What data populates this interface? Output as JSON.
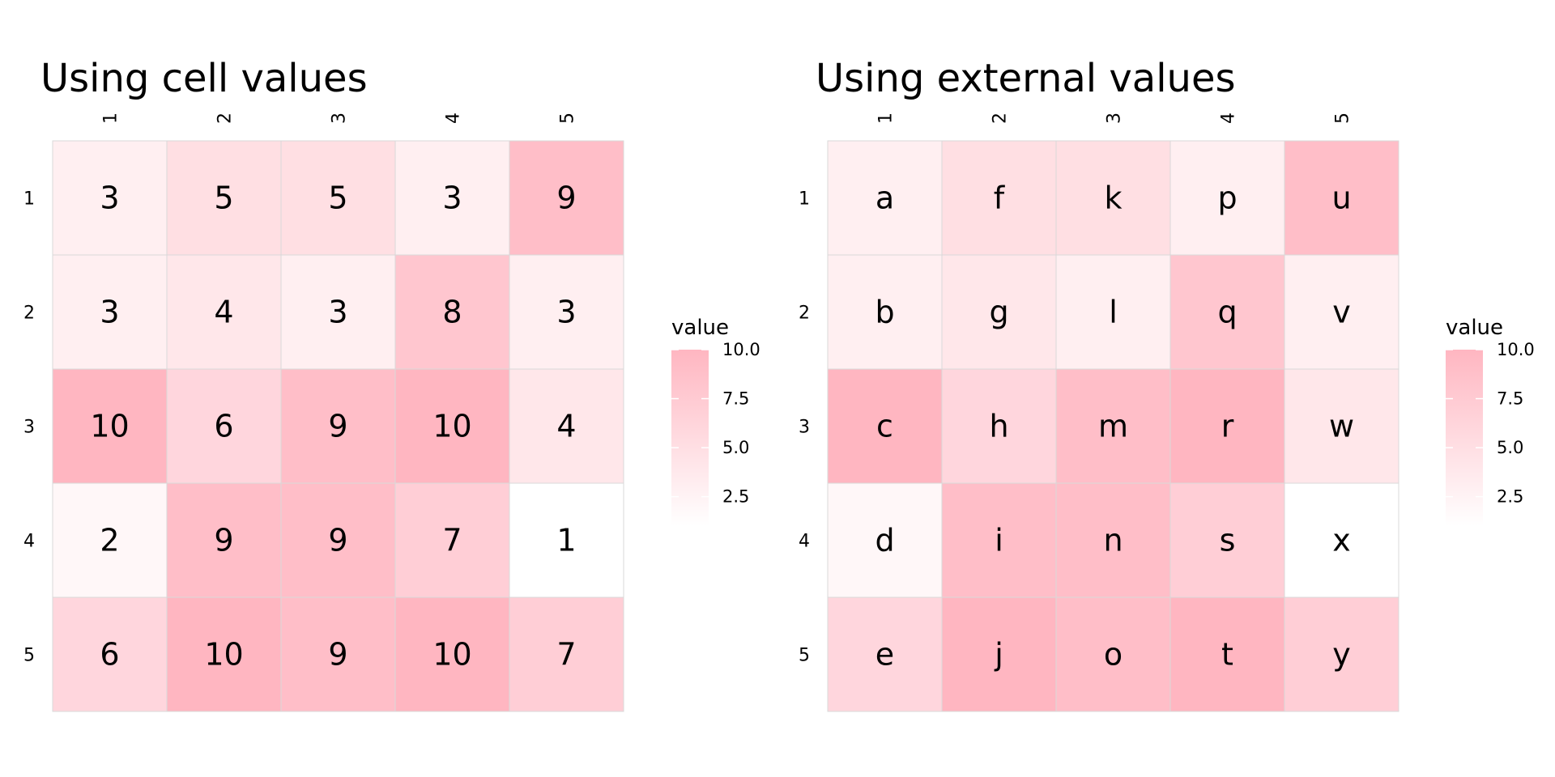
{
  "chart_data": [
    {
      "type": "heatmap",
      "title": "Using cell values",
      "x_ticks": [
        "1",
        "2",
        "3",
        "4",
        "5"
      ],
      "y_ticks": [
        "1",
        "2",
        "3",
        "4",
        "5"
      ],
      "values": [
        [
          3,
          5,
          5,
          3,
          9
        ],
        [
          3,
          4,
          3,
          8,
          3
        ],
        [
          10,
          6,
          9,
          10,
          4
        ],
        [
          2,
          9,
          9,
          7,
          1
        ],
        [
          6,
          10,
          9,
          10,
          7
        ]
      ],
      "labels": [
        [
          "3",
          "5",
          "5",
          "3",
          "9"
        ],
        [
          "3",
          "4",
          "3",
          "8",
          "3"
        ],
        [
          "10",
          "6",
          "9",
          "10",
          "4"
        ],
        [
          "2",
          "9",
          "9",
          "7",
          "1"
        ],
        [
          "6",
          "10",
          "9",
          "10",
          "7"
        ]
      ],
      "legend": {
        "title": "value",
        "ticks": [
          "10.0",
          "7.5",
          "5.0",
          "2.5"
        ],
        "tick_values": [
          10,
          7.5,
          5,
          2.5
        ],
        "range": [
          1,
          10
        ],
        "low_color": "#ffffff",
        "high_color": "#ffb6c1"
      }
    },
    {
      "type": "heatmap",
      "title": "Using external values",
      "x_ticks": [
        "1",
        "2",
        "3",
        "4",
        "5"
      ],
      "y_ticks": [
        "1",
        "2",
        "3",
        "4",
        "5"
      ],
      "values": [
        [
          3,
          5,
          5,
          3,
          9
        ],
        [
          3,
          4,
          3,
          8,
          3
        ],
        [
          10,
          6,
          9,
          10,
          4
        ],
        [
          2,
          9,
          9,
          7,
          1
        ],
        [
          6,
          10,
          9,
          10,
          7
        ]
      ],
      "labels": [
        [
          "a",
          "f",
          "k",
          "p",
          "u"
        ],
        [
          "b",
          "g",
          "l",
          "q",
          "v"
        ],
        [
          "c",
          "h",
          "m",
          "r",
          "w"
        ],
        [
          "d",
          "i",
          "n",
          "s",
          "x"
        ],
        [
          "e",
          "j",
          "o",
          "t",
          "y"
        ]
      ],
      "legend": {
        "title": "value",
        "ticks": [
          "10.0",
          "7.5",
          "5.0",
          "2.5"
        ],
        "tick_values": [
          10,
          7.5,
          5,
          2.5
        ],
        "range": [
          1,
          10
        ],
        "low_color": "#ffffff",
        "high_color": "#ffb6c1"
      }
    }
  ]
}
